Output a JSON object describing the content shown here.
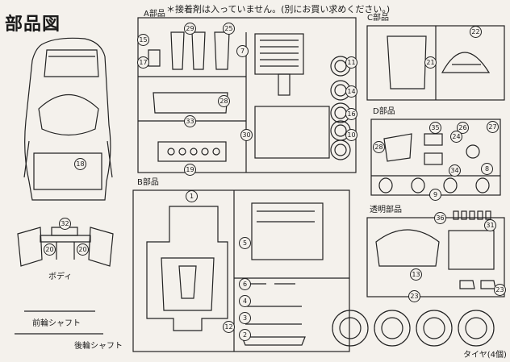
{
  "title": "部品図",
  "note": "＊接着剤は入っていません。(別にお買い求めください。)",
  "sections": {
    "a": "A部品",
    "b": "B部品",
    "c": "C部品",
    "d": "D部品",
    "clear": "透明部品"
  },
  "parts": {
    "body": "ボディ",
    "front_shaft": "前輪シャフト",
    "rear_shaft": "後輪シャフト",
    "tires": "タイヤ(4個)"
  },
  "part_numbers": [
    "15",
    "29",
    "25",
    "7",
    "17",
    "11",
    "14",
    "16",
    "10",
    "28",
    "33",
    "30",
    "19",
    "18",
    "32",
    "20",
    "21",
    "22",
    "35",
    "27",
    "26",
    "24",
    "34",
    "9",
    "1",
    "5",
    "6",
    "4",
    "3",
    "2",
    "12",
    "13",
    "23",
    "36",
    "31",
    "8"
  ]
}
